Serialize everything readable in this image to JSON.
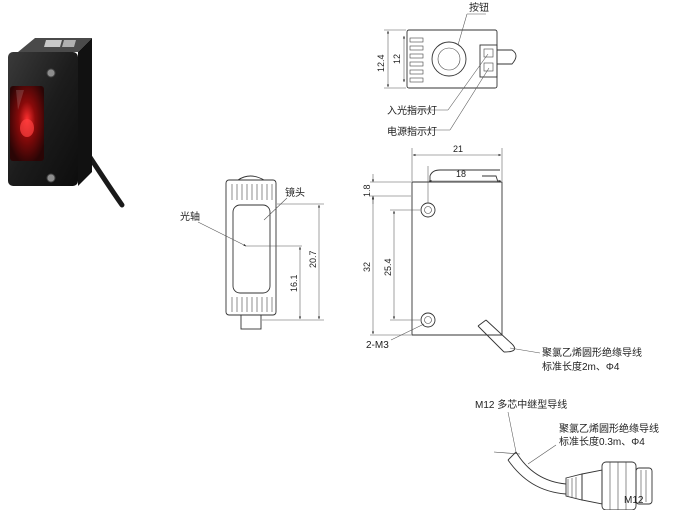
{
  "photo": {
    "alt": "sensor-photo"
  },
  "top_view": {
    "button_label": "按钮",
    "input_indicator_label": "入光指示灯",
    "power_indicator_label": "电源指示灯",
    "dim_outer": "12.4",
    "dim_inner": "12"
  },
  "front_view": {
    "optical_axis_label": "光轴",
    "lens_label": "镜头",
    "dim_total": "20.7",
    "dim_lower": "16.1"
  },
  "side_view": {
    "dim_width": "21",
    "dim_hole_width": "18",
    "dim_top_offset": "1.8",
    "dim_height": "32",
    "dim_hole_pitch": "25.4",
    "mount_label": "2-M3",
    "cable_label_line1": "聚氯乙烯圆形绝缘导线",
    "cable_label_line2": "标准长度2m、Φ4"
  },
  "connector_view": {
    "title": "M12 多芯中继型导线",
    "cable_label_line1": "聚氯乙烯圆形绝缘导线",
    "cable_label_line2": "标准长度0.3m、Φ4",
    "connector_label": "M12"
  }
}
